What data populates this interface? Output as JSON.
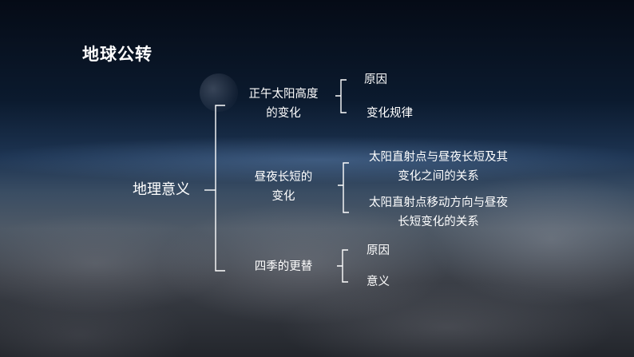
{
  "title": "地球公转",
  "root": "地理意义",
  "branches": [
    {
      "lines": [
        "正午太阳高度",
        "的变化"
      ],
      "children": [
        {
          "lines": [
            "原因"
          ]
        },
        {
          "lines": [
            "变化规律"
          ]
        }
      ]
    },
    {
      "lines": [
        "昼夜长短的",
        "变化"
      ],
      "children": [
        {
          "lines": [
            "太阳直射点与昼夜长短及其",
            "变化之间的关系"
          ]
        },
        {
          "lines": [
            "太阳直射点移动方向与昼夜",
            "长短变化的关系"
          ]
        }
      ]
    },
    {
      "lines": [
        "四季的更替"
      ],
      "children": [
        {
          "lines": [
            "原因"
          ]
        },
        {
          "lines": [
            "意义"
          ]
        }
      ]
    }
  ]
}
